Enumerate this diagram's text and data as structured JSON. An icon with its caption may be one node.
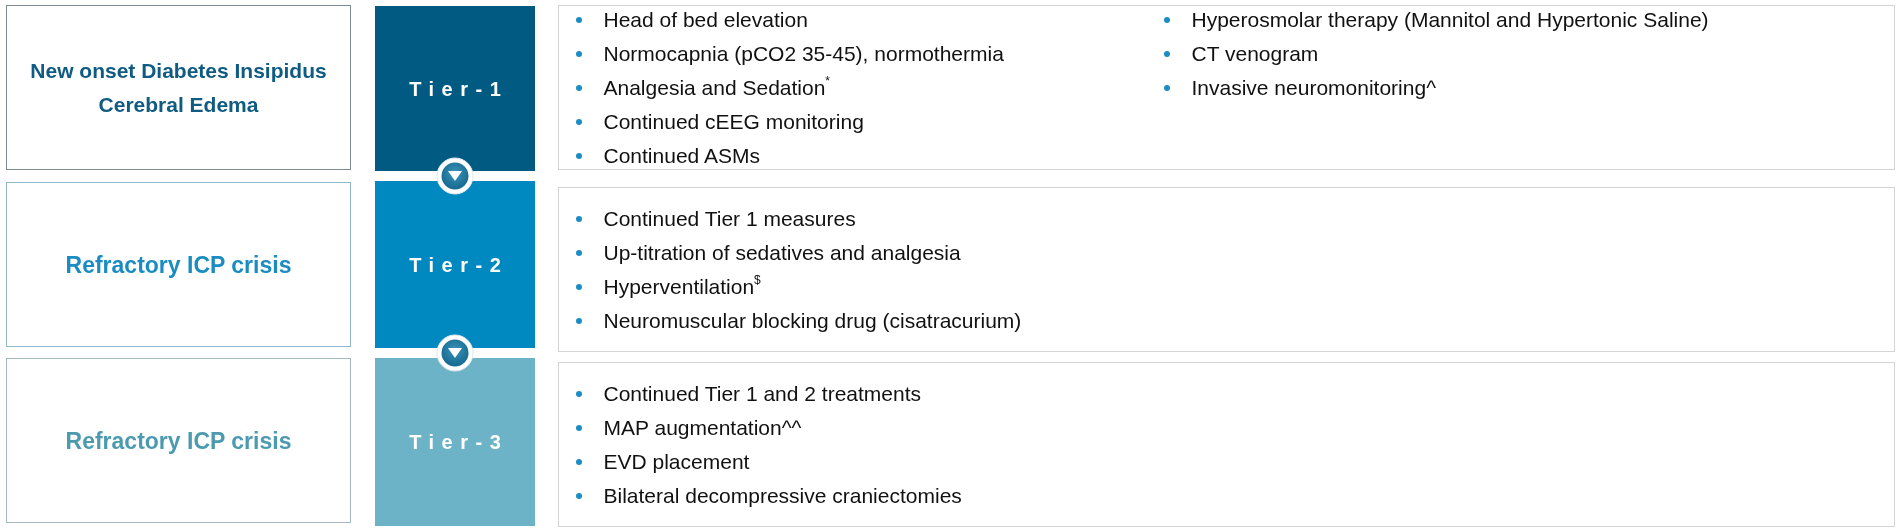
{
  "diagram": {
    "nodes": [
      {
        "text": [
          "New onset Diabetes Insipidus",
          "Cerebral Edema"
        ]
      },
      {
        "text": [
          "Tier-1"
        ]
      },
      {
        "text": [
          "Head of bed elevation",
          "Normocapnia (pCO2 35-45), normothermia",
          "Analgesia and Sedation$^{*}$",
          "Continued cEEG monitoring",
          "Continued ASMs",
          "Hyperosmolar therapy (Mannitol and Hypertonic Saline)",
          "CT venogram",
          "Invasive neuromonitoring^"
        ]
      },
      {
        "text": [
          "Refractory ICP crisis"
        ]
      },
      {
        "text": [
          "Tier-2"
        ]
      },
      {
        "text": [
          "Continued Tier 1 measures",
          "Up-titration of sedatives and analgesia",
          "Hyperventilation$^{$}$",
          "Neuromuscular blocking drug (cisatracurium)"
        ]
      },
      {
        "text": [
          "Refractory ICP crisis"
        ]
      },
      {
        "text": [
          "Tier-3"
        ]
      },
      {
        "text": [
          "Continued Tier 1 and 2 treatments",
          "MAP augmentation^^",
          "EVD placement",
          "Bilateral decompressive craniectomies"
        ]
      }
    ],
    "edges": [
      {
        "from": 1,
        "to": 4,
        "arrow": "to"
      },
      {
        "from": 4,
        "to": 7,
        "arrow": "to"
      }
    ]
  }
}
